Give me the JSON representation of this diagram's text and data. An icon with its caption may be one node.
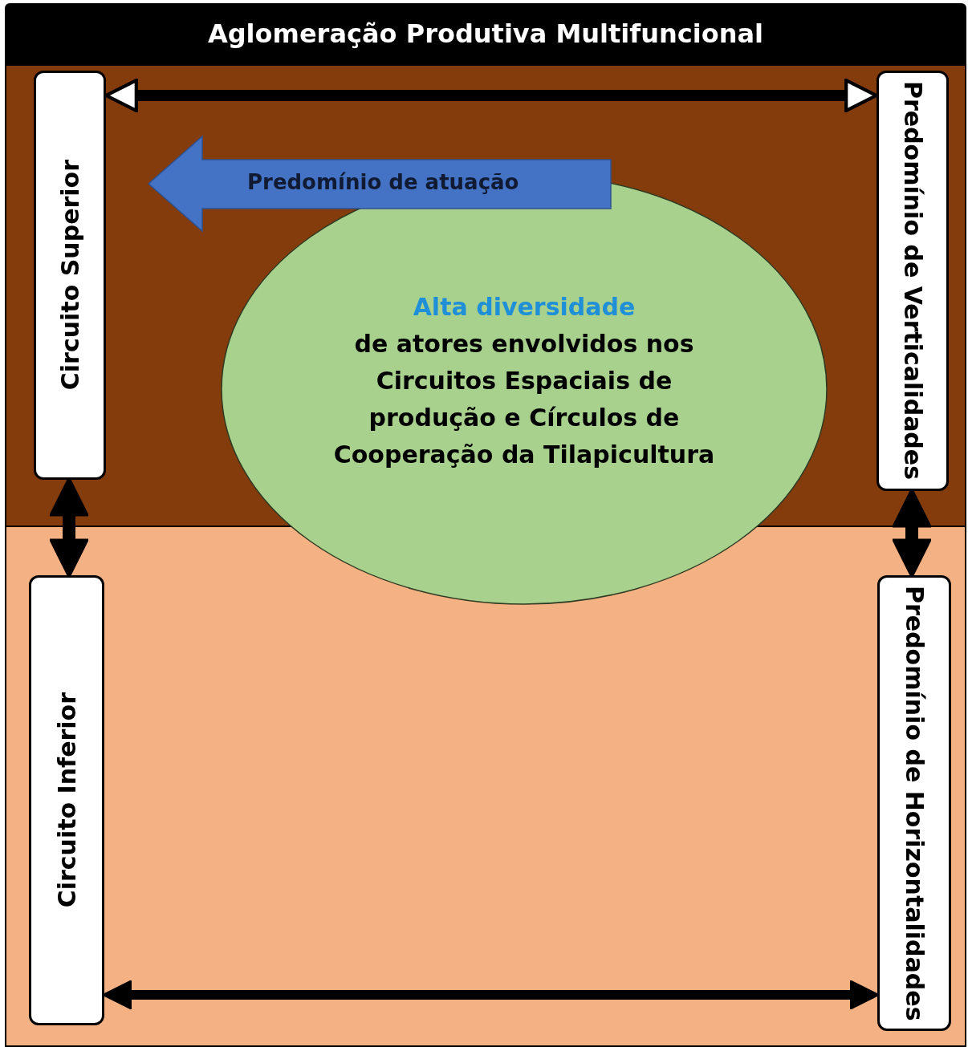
{
  "diagram": {
    "title": "Aglomeração Produtiva Multifuncional",
    "nodes": [
      {
        "text": [
          "Circuito Superior"
        ]
      },
      {
        "text": [
          "Predomínio de Verticalidades"
        ]
      },
      {
        "text": [
          "Circuito Inferior"
        ]
      },
      {
        "text": [
          "Predomínio de Horizontalidades"
        ]
      },
      {
        "text": [
          "Alta diversidade",
          "de atores envolvidos nos Circuitos Espaciais de produção e Círculos de Cooperação da Tilapicultura"
        ]
      },
      {
        "text": [
          "Predomínio de atuação"
        ]
      }
    ],
    "edges": [
      {
        "from": 0,
        "to": 1,
        "arrow": "both"
      },
      {
        "from": 0,
        "to": 2,
        "arrow": "both"
      },
      {
        "from": 1,
        "to": 3,
        "arrow": "both"
      },
      {
        "from": 2,
        "to": 3,
        "arrow": "both"
      }
    ]
  }
}
